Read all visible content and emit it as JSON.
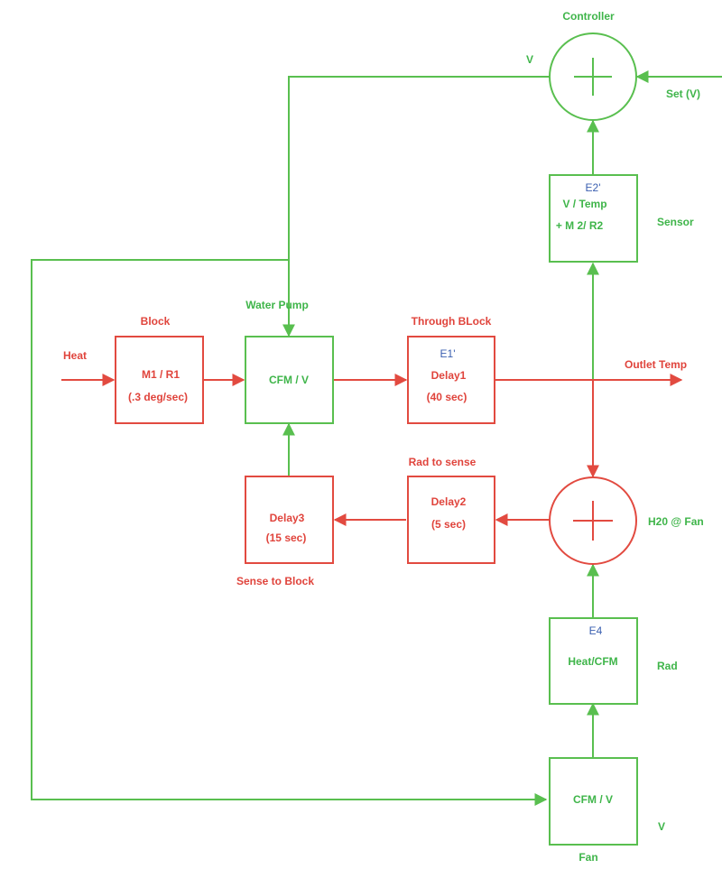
{
  "controller": {
    "label": "Controller",
    "input_label": "Set (V)",
    "output_label": "V"
  },
  "sensor": {
    "id": "E2'",
    "line1": "V / Temp",
    "line2": "+ M 2/ R2",
    "label": "Sensor"
  },
  "block": {
    "title": "Block",
    "line1": "M1 / R1",
    "line2": "(.3 deg/sec)",
    "input_label": "Heat"
  },
  "water_pump": {
    "title": "Water Pump",
    "text": "CFM / V"
  },
  "through_block": {
    "title": "Through BLock",
    "id": "E1'",
    "line1": "Delay1",
    "line2": "(40 sec)",
    "output_label": "Outlet Temp"
  },
  "delay2": {
    "title": "Rad to sense",
    "line1": "Delay2",
    "line2": "(5 sec)"
  },
  "delay3": {
    "line1": "Delay3",
    "line2": "(15 sec)",
    "caption": "Sense to Block"
  },
  "sum_junction": {
    "label": "H20 @ Fan"
  },
  "rad": {
    "id": "E4",
    "text": "Heat/CFM",
    "label": "Rad"
  },
  "fan": {
    "text": "CFM / V",
    "label": "Fan",
    "side_label": "V"
  }
}
